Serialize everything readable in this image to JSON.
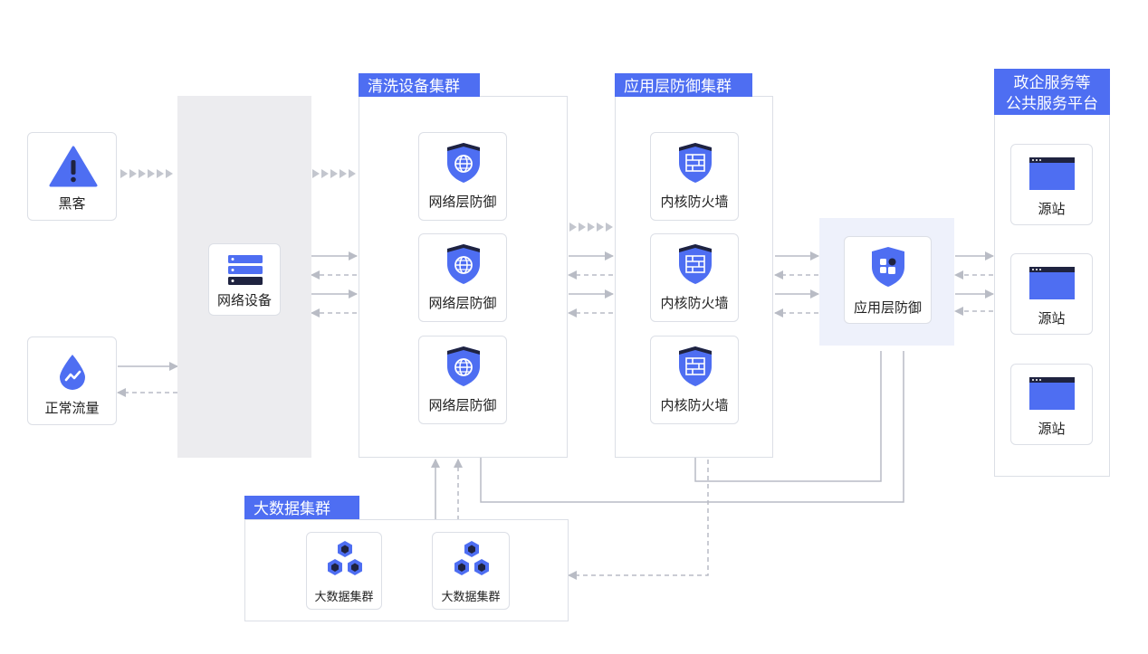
{
  "nodes": {
    "hacker": "黑客",
    "normal_traffic": "正常流量",
    "network_device": "网络设备",
    "app_defense": "应用层防御"
  },
  "clean_cluster": {
    "title": "清洗设备集群",
    "items": [
      "网络层防御",
      "网络层防御",
      "网络层防御"
    ]
  },
  "app_cluster": {
    "title": "应用层防御集群",
    "items": [
      "内核防火墙",
      "内核防火墙",
      "内核防火墙"
    ]
  },
  "public_platform": {
    "title_line1": "政企服务等",
    "title_line2": "公共服务平台",
    "items": [
      "源站",
      "源站",
      "源站"
    ]
  },
  "bigdata_cluster": {
    "title": "大数据集群",
    "items": [
      "大数据集群",
      "大数据集群"
    ]
  },
  "colors": {
    "accent": "#4e6ef2",
    "dark": "#1f2340",
    "line": "#b9bcc5",
    "highlight_bg": "#eef1fb",
    "gray_panel": "#ececef"
  },
  "icons": {
    "hacker": "warning-triangle-icon",
    "normal_traffic": "traffic-drop-icon",
    "network_device": "server-stack-icon",
    "network_defense": "globe-shield-icon",
    "firewall": "firewall-shield-icon",
    "app_defense": "app-shield-icon",
    "origin": "browser-window-icon",
    "bigdata": "hexagon-cluster-icon"
  }
}
